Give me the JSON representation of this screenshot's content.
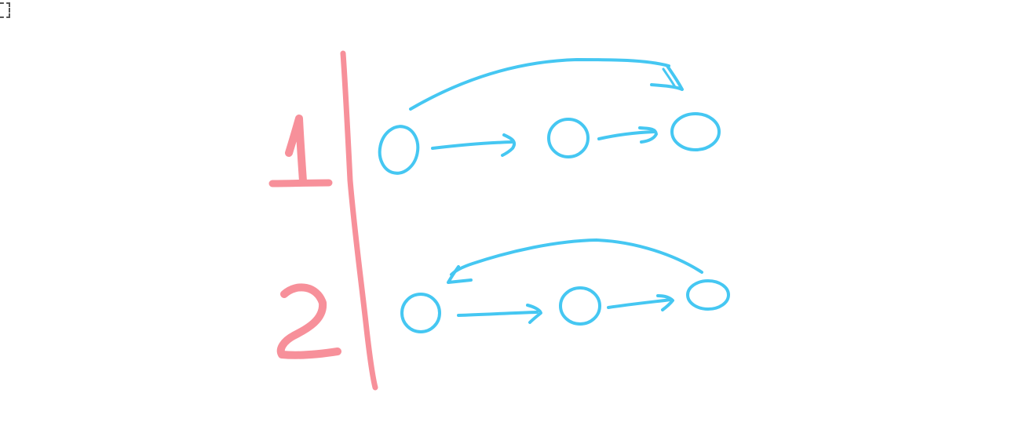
{
  "canvas": {
    "background": "#ffffff"
  },
  "colors": {
    "rows": "#f7909a",
    "nodes": "#45c7f2"
  },
  "icons": {
    "corner": "selection-handle-icon"
  },
  "rows": [
    {
      "label": "1",
      "nodes": 3,
      "long_arrow": "first-to-last"
    },
    {
      "label": "2",
      "nodes": 3,
      "long_arrow": "last-to-first"
    }
  ]
}
